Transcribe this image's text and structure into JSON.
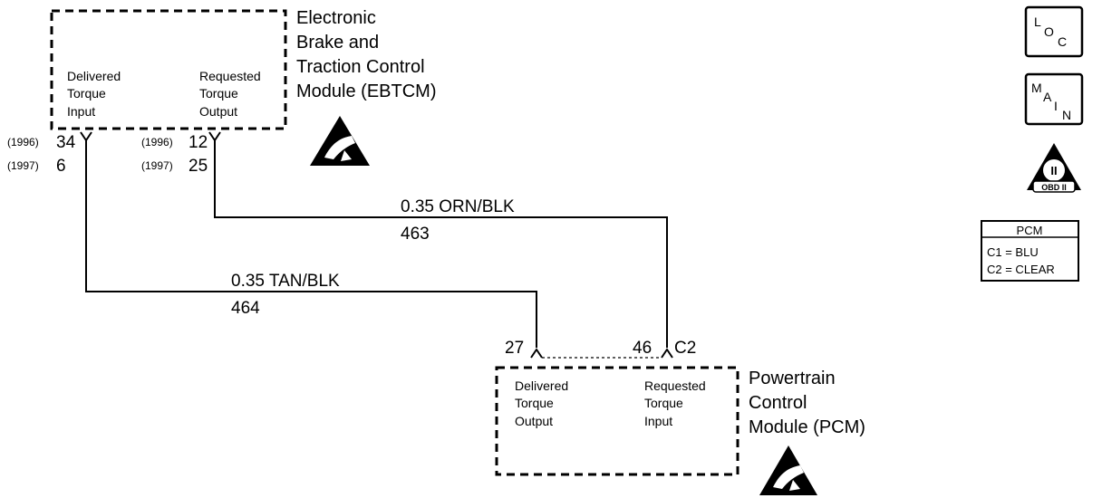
{
  "ebtcm": {
    "title_lines": [
      "Electronic",
      "Brake and",
      "Traction Control",
      "Module (EBTCM)"
    ],
    "left_label": [
      "Delivered",
      "Torque",
      "Input"
    ],
    "right_label": [
      "Requested",
      "Torque",
      "Output"
    ],
    "pin_left": {
      "y1996": "(1996)",
      "p1996": "34",
      "y1997": "(1997)",
      "p1997": "6"
    },
    "pin_right": {
      "y1996": "(1996)",
      "p1996": "12",
      "y1997": "(1997)",
      "p1997": "25"
    }
  },
  "pcm": {
    "title_lines": [
      "Powertrain",
      "Control",
      "Module (PCM)"
    ],
    "left_label": [
      "Delivered",
      "Torque",
      "Output"
    ],
    "right_label": [
      "Requested",
      "Torque",
      "Input"
    ],
    "pin_left": "27",
    "pin_right": "46",
    "connector": "C2"
  },
  "wires": {
    "orn": {
      "gauge_color": "0.35 ORN/BLK",
      "circuit": "463"
    },
    "tan": {
      "gauge_color": "0.35 TAN/BLK",
      "circuit": "464"
    }
  },
  "icons": {
    "loc": {
      "l": "L",
      "o": "O",
      "c": "C"
    },
    "main": {
      "m": "M",
      "a": "A",
      "i": "I",
      "n": "N"
    },
    "obd": {
      "roman": "II",
      "label": "OBD II"
    }
  },
  "legend": {
    "title": "PCM",
    "line1": "C1 = BLU",
    "line2": "C2 = CLEAR"
  }
}
